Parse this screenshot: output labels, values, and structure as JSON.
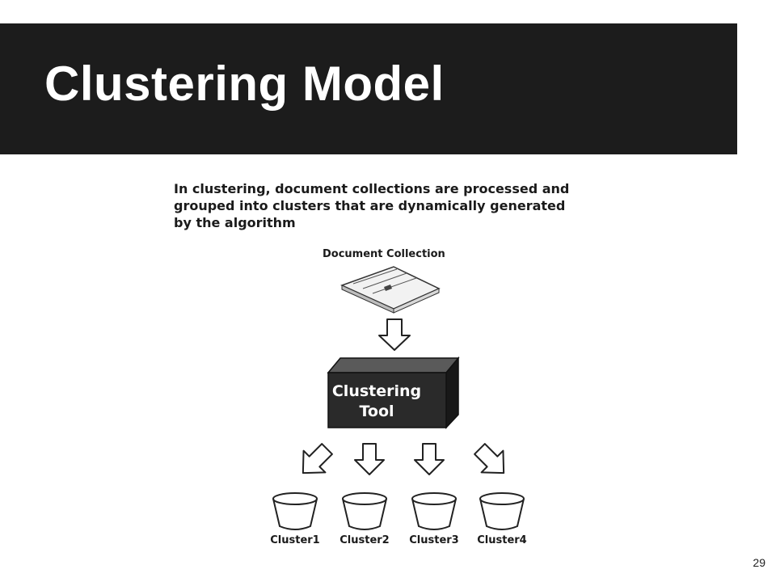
{
  "slide": {
    "title": "Clustering Model",
    "page_number": "29"
  },
  "figure": {
    "description": "In clustering, document collections are processed and grouped into clusters that are dynamically generated by the algorithm",
    "collection_label": "Document Collection",
    "tool_label_line1": "Clustering",
    "tool_label_line2": "Tool",
    "clusters": [
      "Cluster1",
      "Cluster2",
      "Cluster3",
      "Cluster4"
    ]
  },
  "colors": {
    "title_bar": "#1c1c1c",
    "title_text": "#ffffff",
    "tool_box": "#2a2a2a"
  },
  "icons": [
    "document-stack-icon",
    "down-arrow-icon",
    "cube-icon",
    "diagonal-arrow-icon",
    "bucket-icon"
  ]
}
